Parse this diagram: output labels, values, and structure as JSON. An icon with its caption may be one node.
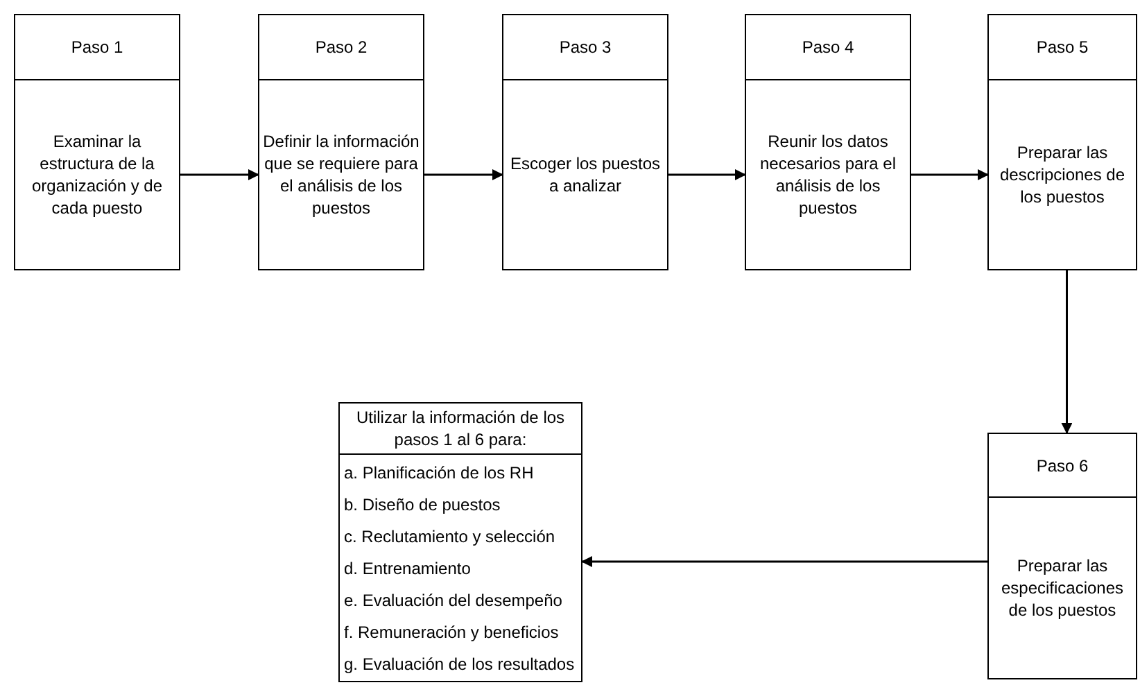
{
  "diagram": {
    "nodes": [
      {
        "text": [
          "Paso 1",
          "Examinar la estructura de la organización y de cada puesto"
        ]
      },
      {
        "text": [
          "Paso 2",
          "Definir la información que se requiere para el análisis de los puestos"
        ]
      },
      {
        "text": [
          "Paso 3",
          "Escoger los puestos a analizar"
        ]
      },
      {
        "text": [
          "Paso 4",
          "Reunir los datos necesarios para el análisis de los puestos"
        ]
      },
      {
        "text": [
          "Paso 5",
          "Preparar las descripciones de los puestos"
        ]
      },
      {
        "text": [
          "Paso 6",
          "Preparar las especificaciones de los puestos"
        ]
      },
      {
        "text": [
          "Utilizar la información de los pasos 1 al 6 para:",
          "a. Planificación de los RH",
          "b. Diseño de puestos",
          "c. Reclutamiento y selección",
          "d. Entrenamiento",
          "e. Evaluación del desempeño",
          "f. Remuneración y beneficios",
          "g. Evaluación de los resultados"
        ]
      }
    ],
    "edges": [
      {
        "from": 0,
        "to": 1,
        "arrow": "to"
      },
      {
        "from": 1,
        "to": 2,
        "arrow": "to"
      },
      {
        "from": 2,
        "to": 3,
        "arrow": "to"
      },
      {
        "from": 3,
        "to": 4,
        "arrow": "to"
      },
      {
        "from": 4,
        "to": 5,
        "arrow": "to"
      },
      {
        "from": 5,
        "to": 6,
        "arrow": "to"
      }
    ]
  }
}
